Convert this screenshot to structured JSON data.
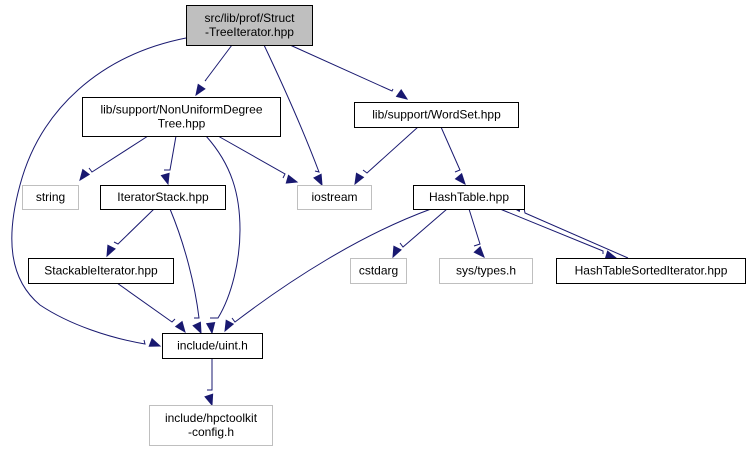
{
  "diagram": {
    "type": "include-dependency-graph",
    "colors": {
      "edge": "#191970",
      "root_fill": "#bfbfbf",
      "root_border": "#000000",
      "documented_border": "#000000",
      "external_border": "#bfbfbf",
      "node_fill": "#ffffff"
    },
    "nodes": [
      {
        "id": "root",
        "lines": [
          "src/lib/prof/Struct",
          "-TreeIterator.hpp"
        ],
        "kind": "root"
      },
      {
        "id": "nudt",
        "lines": [
          "lib/support/NonUniformDegree",
          "Tree.hpp"
        ],
        "kind": "documented"
      },
      {
        "id": "wordset",
        "lines": [
          "lib/support/WordSet.hpp"
        ],
        "kind": "documented"
      },
      {
        "id": "string",
        "lines": [
          "string"
        ],
        "kind": "external"
      },
      {
        "id": "iterstack",
        "lines": [
          "IteratorStack.hpp"
        ],
        "kind": "documented"
      },
      {
        "id": "iostream",
        "lines": [
          "iostream"
        ],
        "kind": "external"
      },
      {
        "id": "hashtable",
        "lines": [
          "HashTable.hpp"
        ],
        "kind": "documented"
      },
      {
        "id": "stackable",
        "lines": [
          "StackableIterator.hpp"
        ],
        "kind": "documented"
      },
      {
        "id": "cstdarg",
        "lines": [
          "cstdarg"
        ],
        "kind": "external"
      },
      {
        "id": "systypes",
        "lines": [
          "sys/types.h"
        ],
        "kind": "external"
      },
      {
        "id": "htsorted",
        "lines": [
          "HashTableSortedIterator.hpp"
        ],
        "kind": "documented"
      },
      {
        "id": "uint",
        "lines": [
          "include/uint.h"
        ],
        "kind": "documented"
      },
      {
        "id": "hpcconfig",
        "lines": [
          "include/hpctoolkit",
          "-config.h"
        ],
        "kind": "external"
      }
    ],
    "edges": [
      {
        "from": "root",
        "to": "nudt"
      },
      {
        "from": "root",
        "to": "wordset"
      },
      {
        "from": "root",
        "to": "iostream"
      },
      {
        "from": "root",
        "to": "uint"
      },
      {
        "from": "nudt",
        "to": "string"
      },
      {
        "from": "nudt",
        "to": "iterstack"
      },
      {
        "from": "nudt",
        "to": "iostream"
      },
      {
        "from": "nudt",
        "to": "uint"
      },
      {
        "from": "wordset",
        "to": "iostream"
      },
      {
        "from": "wordset",
        "to": "hashtable"
      },
      {
        "from": "iterstack",
        "to": "stackable"
      },
      {
        "from": "iterstack",
        "to": "uint"
      },
      {
        "from": "hashtable",
        "to": "uint"
      },
      {
        "from": "hashtable",
        "to": "cstdarg"
      },
      {
        "from": "hashtable",
        "to": "systypes"
      },
      {
        "from": "hashtable",
        "to": "htsorted"
      },
      {
        "from": "htsorted",
        "to": "hashtable"
      },
      {
        "from": "stackable",
        "to": "uint"
      },
      {
        "from": "uint",
        "to": "hpcconfig"
      }
    ]
  }
}
